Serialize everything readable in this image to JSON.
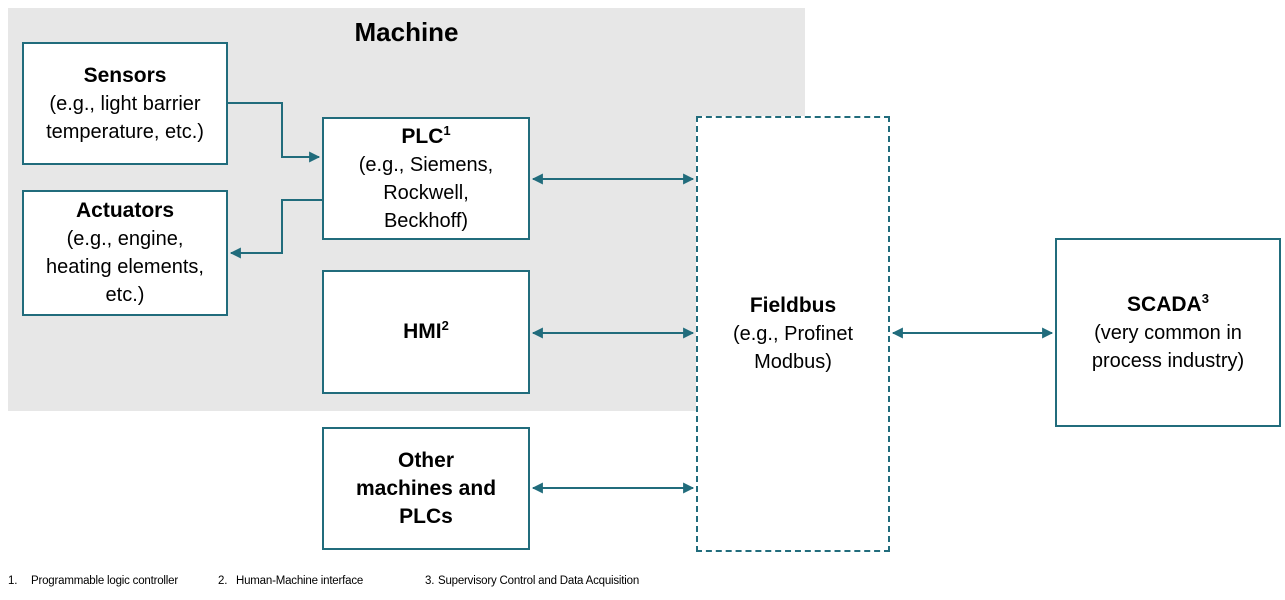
{
  "colors": {
    "accent": "#216c7c",
    "machine_bg": "#e7e7e7",
    "box_bg": "#ffffff",
    "text": "#000000"
  },
  "machine_group": {
    "label": "Machine"
  },
  "boxes": {
    "sensors": {
      "title": "Sensors",
      "lines": [
        "(e.g., light barrier",
        "temperature, etc.)"
      ]
    },
    "actuators": {
      "title": "Actuators",
      "lines": [
        "(e.g., engine,",
        "heating elements,",
        "etc.)"
      ]
    },
    "plc": {
      "title": "PLC",
      "sup": "1",
      "lines": [
        "(e.g., Siemens,",
        "Rockwell,",
        "Beckhoff)"
      ]
    },
    "hmi": {
      "title": "HMI",
      "sup": "2"
    },
    "other_machines": {
      "title_lines": [
        "Other",
        "machines and",
        "PLCs"
      ]
    },
    "fieldbus": {
      "title": "Fieldbus",
      "lines": [
        "(e.g., Profinet",
        "Modbus)"
      ]
    },
    "scada": {
      "title": "SCADA",
      "sup": "3",
      "lines": [
        "(very common in",
        "process industry)"
      ]
    }
  },
  "connections": [
    {
      "from": "sensors",
      "to": "plc",
      "type": "one-way"
    },
    {
      "from": "plc",
      "to": "actuators",
      "type": "one-way"
    },
    {
      "from": "plc",
      "to": "fieldbus",
      "type": "two-way"
    },
    {
      "from": "hmi",
      "to": "fieldbus",
      "type": "two-way"
    },
    {
      "from": "other_machines",
      "to": "fieldbus",
      "type": "two-way"
    },
    {
      "from": "fieldbus",
      "to": "scada",
      "type": "two-way"
    }
  ],
  "footnotes": [
    {
      "num": "1.",
      "text": "Programmable logic controller"
    },
    {
      "num": "2.",
      "text": "Human-Machine interface"
    },
    {
      "num": "3.",
      "text": "Supervisory Control and Data Acquisition"
    }
  ]
}
